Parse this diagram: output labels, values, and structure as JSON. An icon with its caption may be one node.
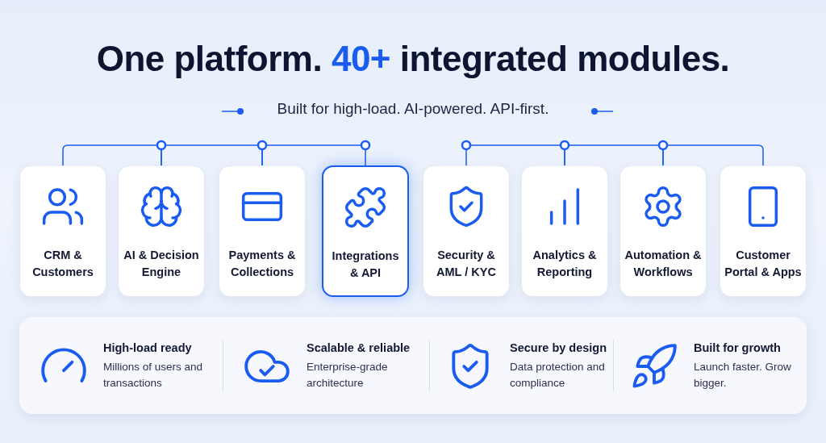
{
  "diagram": {
    "title": "One platform. **40+** integrated modules.",
    "nodes": [
      {
        "text": [
          "CRM & Customers"
        ]
      },
      {
        "text": [
          "AI & Decision Engine"
        ]
      },
      {
        "text": [
          "Payments & Collections"
        ]
      },
      {
        "text": [
          "Integrations & API"
        ]
      },
      {
        "text": [
          "Security & AML / KYC"
        ]
      },
      {
        "text": [
          "Analytics & Reporting"
        ]
      },
      {
        "text": [
          "Automation & Workflows"
        ]
      },
      {
        "text": [
          "Customer Portal & Apps"
        ]
      }
    ],
    "edges": [
      {
        "from": 0,
        "to": 1,
        "arrow": "none"
      },
      {
        "from": 1,
        "to": 2,
        "arrow": "none"
      },
      {
        "from": 2,
        "to": 3,
        "arrow": "none"
      },
      {
        "from": 4,
        "to": 5,
        "arrow": "none"
      },
      {
        "from": 5,
        "to": 6,
        "arrow": "none"
      },
      {
        "from": 6,
        "to": 7,
        "arrow": "none"
      }
    ],
    "labels": [
      "Built for high-load. AI-powered. API-first.",
      "High-load ready",
      "Millions of users and transactions",
      "Scalable & reliable",
      "Enterprise-grade architecture",
      "Secure by design",
      "Data protection and compliance",
      "Built for growth",
      "Launch faster. Grow bigger."
    ]
  }
}
